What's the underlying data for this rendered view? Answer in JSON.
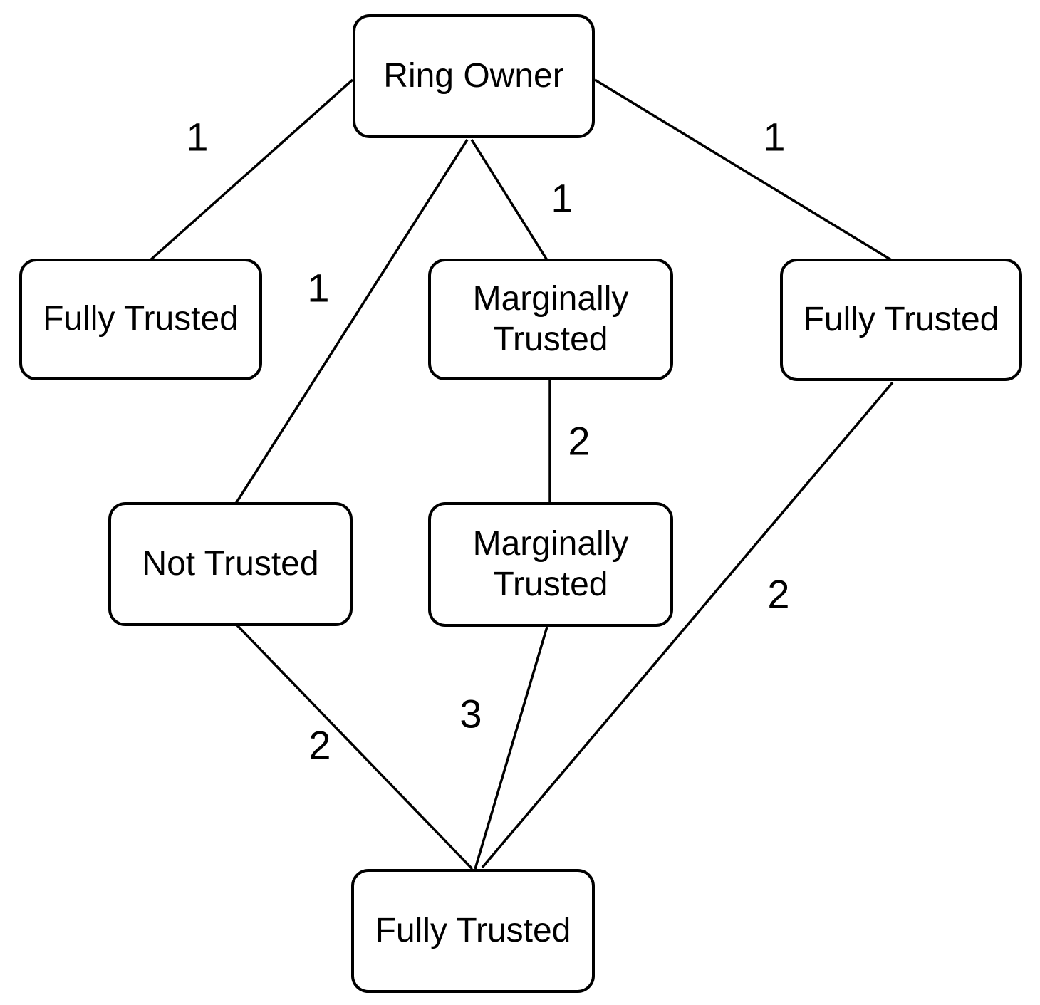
{
  "diagram": {
    "description": "Key ring trust diagram",
    "colors": {
      "background": "#ffffff",
      "line": "#000000",
      "box_border": "#000000",
      "text": "#000000"
    },
    "nodes": [
      {
        "id": "ring-owner",
        "label": "Ring Owner"
      },
      {
        "id": "fully-trusted-left",
        "label": "Fully Trusted"
      },
      {
        "id": "marginally-trusted-upper",
        "label": "Marginally Trusted"
      },
      {
        "id": "fully-trusted-right",
        "label": "Fully Trusted"
      },
      {
        "id": "not-trusted",
        "label": "Not Trusted"
      },
      {
        "id": "marginally-trusted-lower",
        "label": "Marginally Trusted"
      },
      {
        "id": "fully-trusted-bottom",
        "label": "Fully Trusted"
      }
    ],
    "edges": [
      {
        "from": "ring-owner",
        "to": "fully-trusted-left",
        "label": "1"
      },
      {
        "from": "ring-owner",
        "to": "marginally-trusted-upper",
        "label": "1"
      },
      {
        "from": "ring-owner",
        "to": "fully-trusted-right",
        "label": "1"
      },
      {
        "from": "ring-owner",
        "to": "not-trusted",
        "label": "1"
      },
      {
        "from": "marginally-trusted-upper",
        "to": "marginally-trusted-lower",
        "label": "2"
      },
      {
        "from": "not-trusted",
        "to": "fully-trusted-bottom",
        "label": "2"
      },
      {
        "from": "marginally-trusted-lower",
        "to": "fully-trusted-bottom",
        "label": "3"
      },
      {
        "from": "fully-trusted-right",
        "to": "fully-trusted-bottom",
        "label": "2"
      }
    ]
  }
}
